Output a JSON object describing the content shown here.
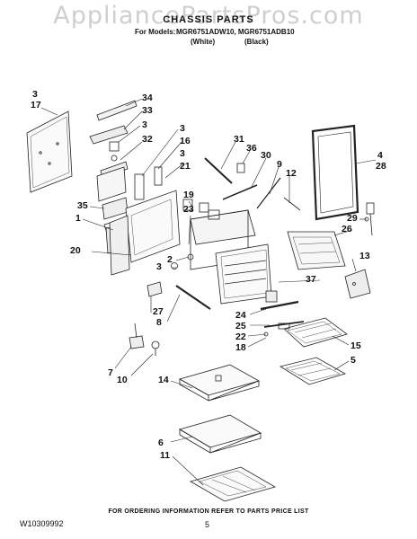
{
  "watermark": "AppliancePartsPros.com",
  "header": {
    "title": "CHASSIS PARTS",
    "models_prefix": "For Models:",
    "models": "MGR6751ADW10, MGR6751ADB10",
    "color_white": "(White)",
    "color_black": "(Black)"
  },
  "callouts": [
    {
      "id": "c3a",
      "text": "3"
    },
    {
      "id": "c17",
      "text": "17"
    },
    {
      "id": "c34",
      "text": "34"
    },
    {
      "id": "c33",
      "text": "33"
    },
    {
      "id": "c3b",
      "text": "3"
    },
    {
      "id": "c32",
      "text": "32"
    },
    {
      "id": "c3c",
      "text": "3"
    },
    {
      "id": "c16",
      "text": "16"
    },
    {
      "id": "c3d",
      "text": "3"
    },
    {
      "id": "c21",
      "text": "21"
    },
    {
      "id": "c31",
      "text": "31"
    },
    {
      "id": "c36",
      "text": "36"
    },
    {
      "id": "c30",
      "text": "30"
    },
    {
      "id": "c9",
      "text": "9"
    },
    {
      "id": "c12",
      "text": "12"
    },
    {
      "id": "c4",
      "text": "4"
    },
    {
      "id": "c28",
      "text": "28"
    },
    {
      "id": "c35",
      "text": "35"
    },
    {
      "id": "c1",
      "text": "1"
    },
    {
      "id": "c19",
      "text": "19"
    },
    {
      "id": "c23",
      "text": "23"
    },
    {
      "id": "c29",
      "text": "29"
    },
    {
      "id": "c26",
      "text": "26"
    },
    {
      "id": "c20",
      "text": "20"
    },
    {
      "id": "c2",
      "text": "2"
    },
    {
      "id": "c3e",
      "text": "3"
    },
    {
      "id": "c37",
      "text": "37"
    },
    {
      "id": "c13",
      "text": "13"
    },
    {
      "id": "c27",
      "text": "27"
    },
    {
      "id": "c8",
      "text": "8"
    },
    {
      "id": "c24",
      "text": "24"
    },
    {
      "id": "c25",
      "text": "25"
    },
    {
      "id": "c22",
      "text": "22"
    },
    {
      "id": "c18",
      "text": "18"
    },
    {
      "id": "c15",
      "text": "15"
    },
    {
      "id": "c5a",
      "text": "5"
    },
    {
      "id": "c7",
      "text": "7"
    },
    {
      "id": "c10",
      "text": "10"
    },
    {
      "id": "c14",
      "text": "14"
    },
    {
      "id": "c6",
      "text": "6"
    },
    {
      "id": "c11",
      "text": "11"
    }
  ],
  "footer": {
    "note": "FOR ORDERING INFORMATION REFER TO PARTS PRICE LIST",
    "doc_code": "W10309992",
    "page_number": "5"
  }
}
